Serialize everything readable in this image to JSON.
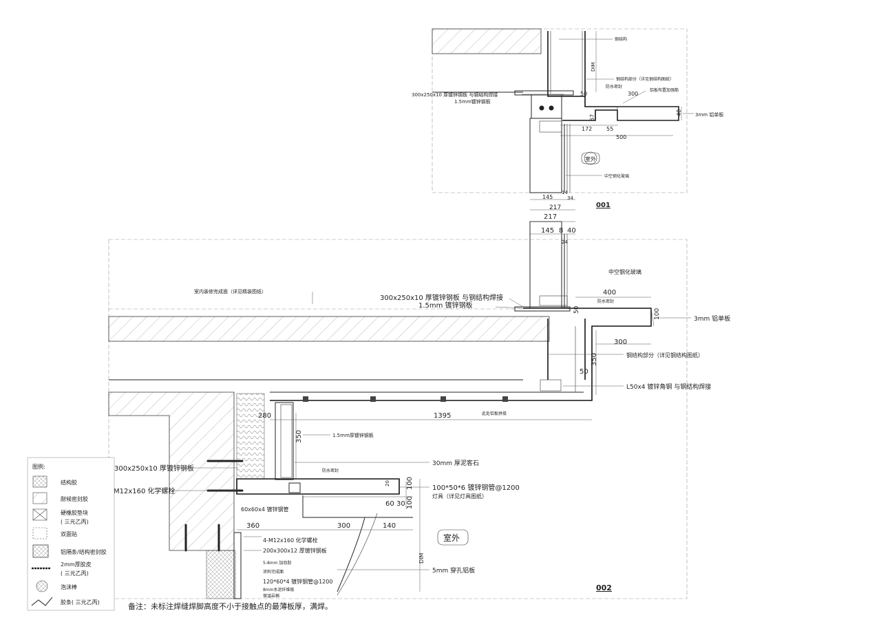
{
  "detail_001": {
    "labels": {
      "steel_structure": "钢结构",
      "steel_part": "钢结构部分（详见钢结构图纸）",
      "al_reinforce": "铝板布置加强筋",
      "waterproof_1": "防水密封",
      "plate": "300x250x10  厚镀锌钢板 与钢结构焊接",
      "zinc": "1.5mm镀锌钢板",
      "al_3mm": "3mm 铝单板",
      "outdoor": "室外",
      "glass": "中空钢化玻璃",
      "dim_label": "DIM",
      "title": "001"
    },
    "dims": [
      "50",
      "300",
      "40",
      "67",
      "172",
      "55",
      "500",
      "145",
      "14",
      "34",
      "217"
    ]
  },
  "detail_002": {
    "labels": {
      "interior_finish": "室内装修完成面（详见精装图纸）",
      "plate": "300x250x10  厚镀锌钢板 与钢结构焊接",
      "zinc": "1.5mm 镀锌钢板",
      "glass": "中空钢化玻璃",
      "waterproof": "防水密封",
      "al_3mm": "3mm 铝单板",
      "steel_part": "钢结构部分（详见钢结构图纸）",
      "angle": "L50x4 镀锌角钢 与钢结构焊接",
      "al_joint": "此处铝板拼接",
      "zinc2": "1.5mm厚镀锌钢板",
      "stone": "30mm 厚泥客石",
      "waterproof2": "防水密封",
      "plate2": "300x250x10  厚镀锌钢板",
      "bolt": "4-M12x160 化学螺栓",
      "tube1": "100*50*6 镀锌钢管@1200",
      "lamp": "灯具（详见灯具图纸）",
      "tube2": "60x60x4 镀锌钢管",
      "bolt2": "4-M12x160 化学螺栓",
      "plate3": "200x300x12  厚镀锌钢板",
      "stiffener": "5-8mm 加劲肋",
      "coating": "涂料完成面",
      "tube3": "120*60*4 镀锌钢管@1200",
      "cement": "8mm水泥纤维板",
      "insulation": "保温岩棉",
      "perforated": "5mm 穿孔铝板",
      "outdoor": "室外",
      "dim_label": "DIM",
      "title": "002"
    },
    "dims": [
      "217",
      "145",
      "8",
      "40",
      "24",
      "400",
      "50",
      "100",
      "300",
      "350",
      "50",
      "1395",
      "280",
      "350",
      "20",
      "100",
      "100",
      "60",
      "30",
      "360",
      "300",
      "140"
    ]
  },
  "legend": {
    "title": "图例:",
    "items": [
      "结构胶",
      "耐候密封胶",
      "硬橡胶垫块",
      "( 三元乙丙)",
      "双面贴",
      "铝隔条/结构密封胶",
      "2mm厚胶皮",
      "( 三元乙丙)",
      "泡沫棒",
      "胶条( 三元乙丙)"
    ]
  },
  "note": "备注：未标注焊缝焊脚高度不小于接触点的最薄板厚，满焊。"
}
